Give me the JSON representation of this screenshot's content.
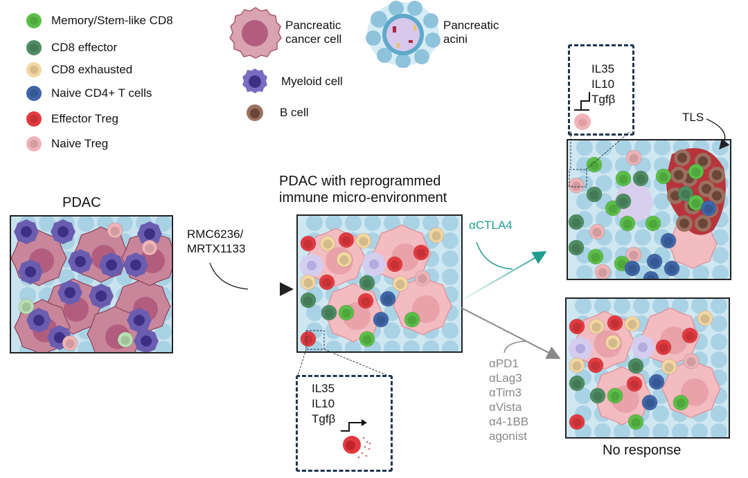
{
  "legend_cells": [
    {
      "label": "Memory/Stem-like CD8",
      "color": "#5bbf47"
    },
    {
      "label": "CD8 effector",
      "color": "#4e8c62"
    },
    {
      "label": "CD8 exhausted",
      "color": "#f3d6a1"
    },
    {
      "label": "Naive CD4+ T cells",
      "color": "#3f66a8"
    },
    {
      "label": "Effector Treg",
      "color": "#e23a3f"
    },
    {
      "label": "Naive Treg",
      "color": "#efb4b7"
    }
  ],
  "legend_tissue": {
    "cancer_cell": "Pancreatic cancer cell",
    "cancer_cell_line1": "Pancreatic",
    "cancer_cell_line2": "cancer cell",
    "acini_line1": "Pancreatic",
    "acini_line2": "acini",
    "myeloid": "Myeloid cell",
    "bcell": "B cell"
  },
  "colors": {
    "cancer": "#c9869a",
    "cancer_reprog": "#f3bcc0",
    "myeloid": "#6a5db0",
    "bcell": "#7b5443",
    "acini": "#9ccbe0",
    "teal": "#1f9d8f",
    "grey_arrow": "#888888",
    "dashed": "#1f3550"
  },
  "panels": {
    "pdac_title": "PDAC",
    "reprog_title_line1": "PDAC with reprogrammed",
    "reprog_title_line2": "immune micro-environment",
    "no_response": "No response",
    "tls": "TLS"
  },
  "treatments": {
    "kras_line1": "RMC6236/",
    "kras_line2": "MRTX1133",
    "ctla4": "αCTLA4",
    "others": [
      "αPD1",
      "αLag3",
      "αTim3",
      "αVista",
      "α4-1BB",
      "agonist"
    ]
  },
  "cytokines": {
    "effector_box": [
      "IL35",
      "IL10",
      "Tgfβ"
    ],
    "naive_box": [
      "IL35",
      "IL10",
      "Tgfβ"
    ]
  }
}
